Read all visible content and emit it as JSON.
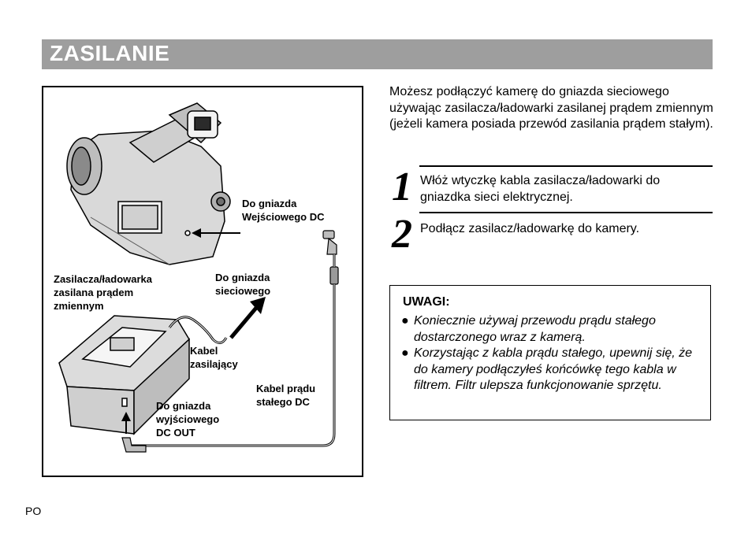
{
  "header": {
    "title": "ZASILANIE"
  },
  "figure": {
    "labels": {
      "dc_input": "Do gniazda\nWejściowego DC",
      "adapter": "Zasilacza/ładowarka\nzasilana prądem\nzmiennym",
      "wall_outlet": "Do gniazda\nsieciowego",
      "power_cord": "Kabel\nzasilający",
      "dc_cable": "Kabel prądu\nstałego DC",
      "dc_out": "Do gniazda\nwyjściowego\nDC OUT"
    }
  },
  "intro": "Możesz podłączyć kamerę do gniazda sieciowego używając zasilacza/ładowarki zasilanej prądem zmiennym (jeżeli kamera posiada przewód zasilania prądem stałym).",
  "steps": [
    {
      "number": "1",
      "text": "Włóż wtyczkę kabla zasilacza/ładowarki do gniazdka sieci elektrycznej."
    },
    {
      "number": "2",
      "text": "Podłącz zasilacz/ładowarkę do kamery."
    }
  ],
  "notes": {
    "title": "UWAGI:",
    "items": [
      "Koniecznie używaj przewodu prądu stałego dostarczonego wraz z kamerą.",
      "Korzystając z kabla prądu stałego, upewnij się, że do kamery podłączyłeś końcówkę tego kabla w filtrem. Filtr ulepsza funkcjonowanie sprzętu."
    ],
    "bullet": "●"
  },
  "footer": {
    "page_mark": "PO"
  }
}
